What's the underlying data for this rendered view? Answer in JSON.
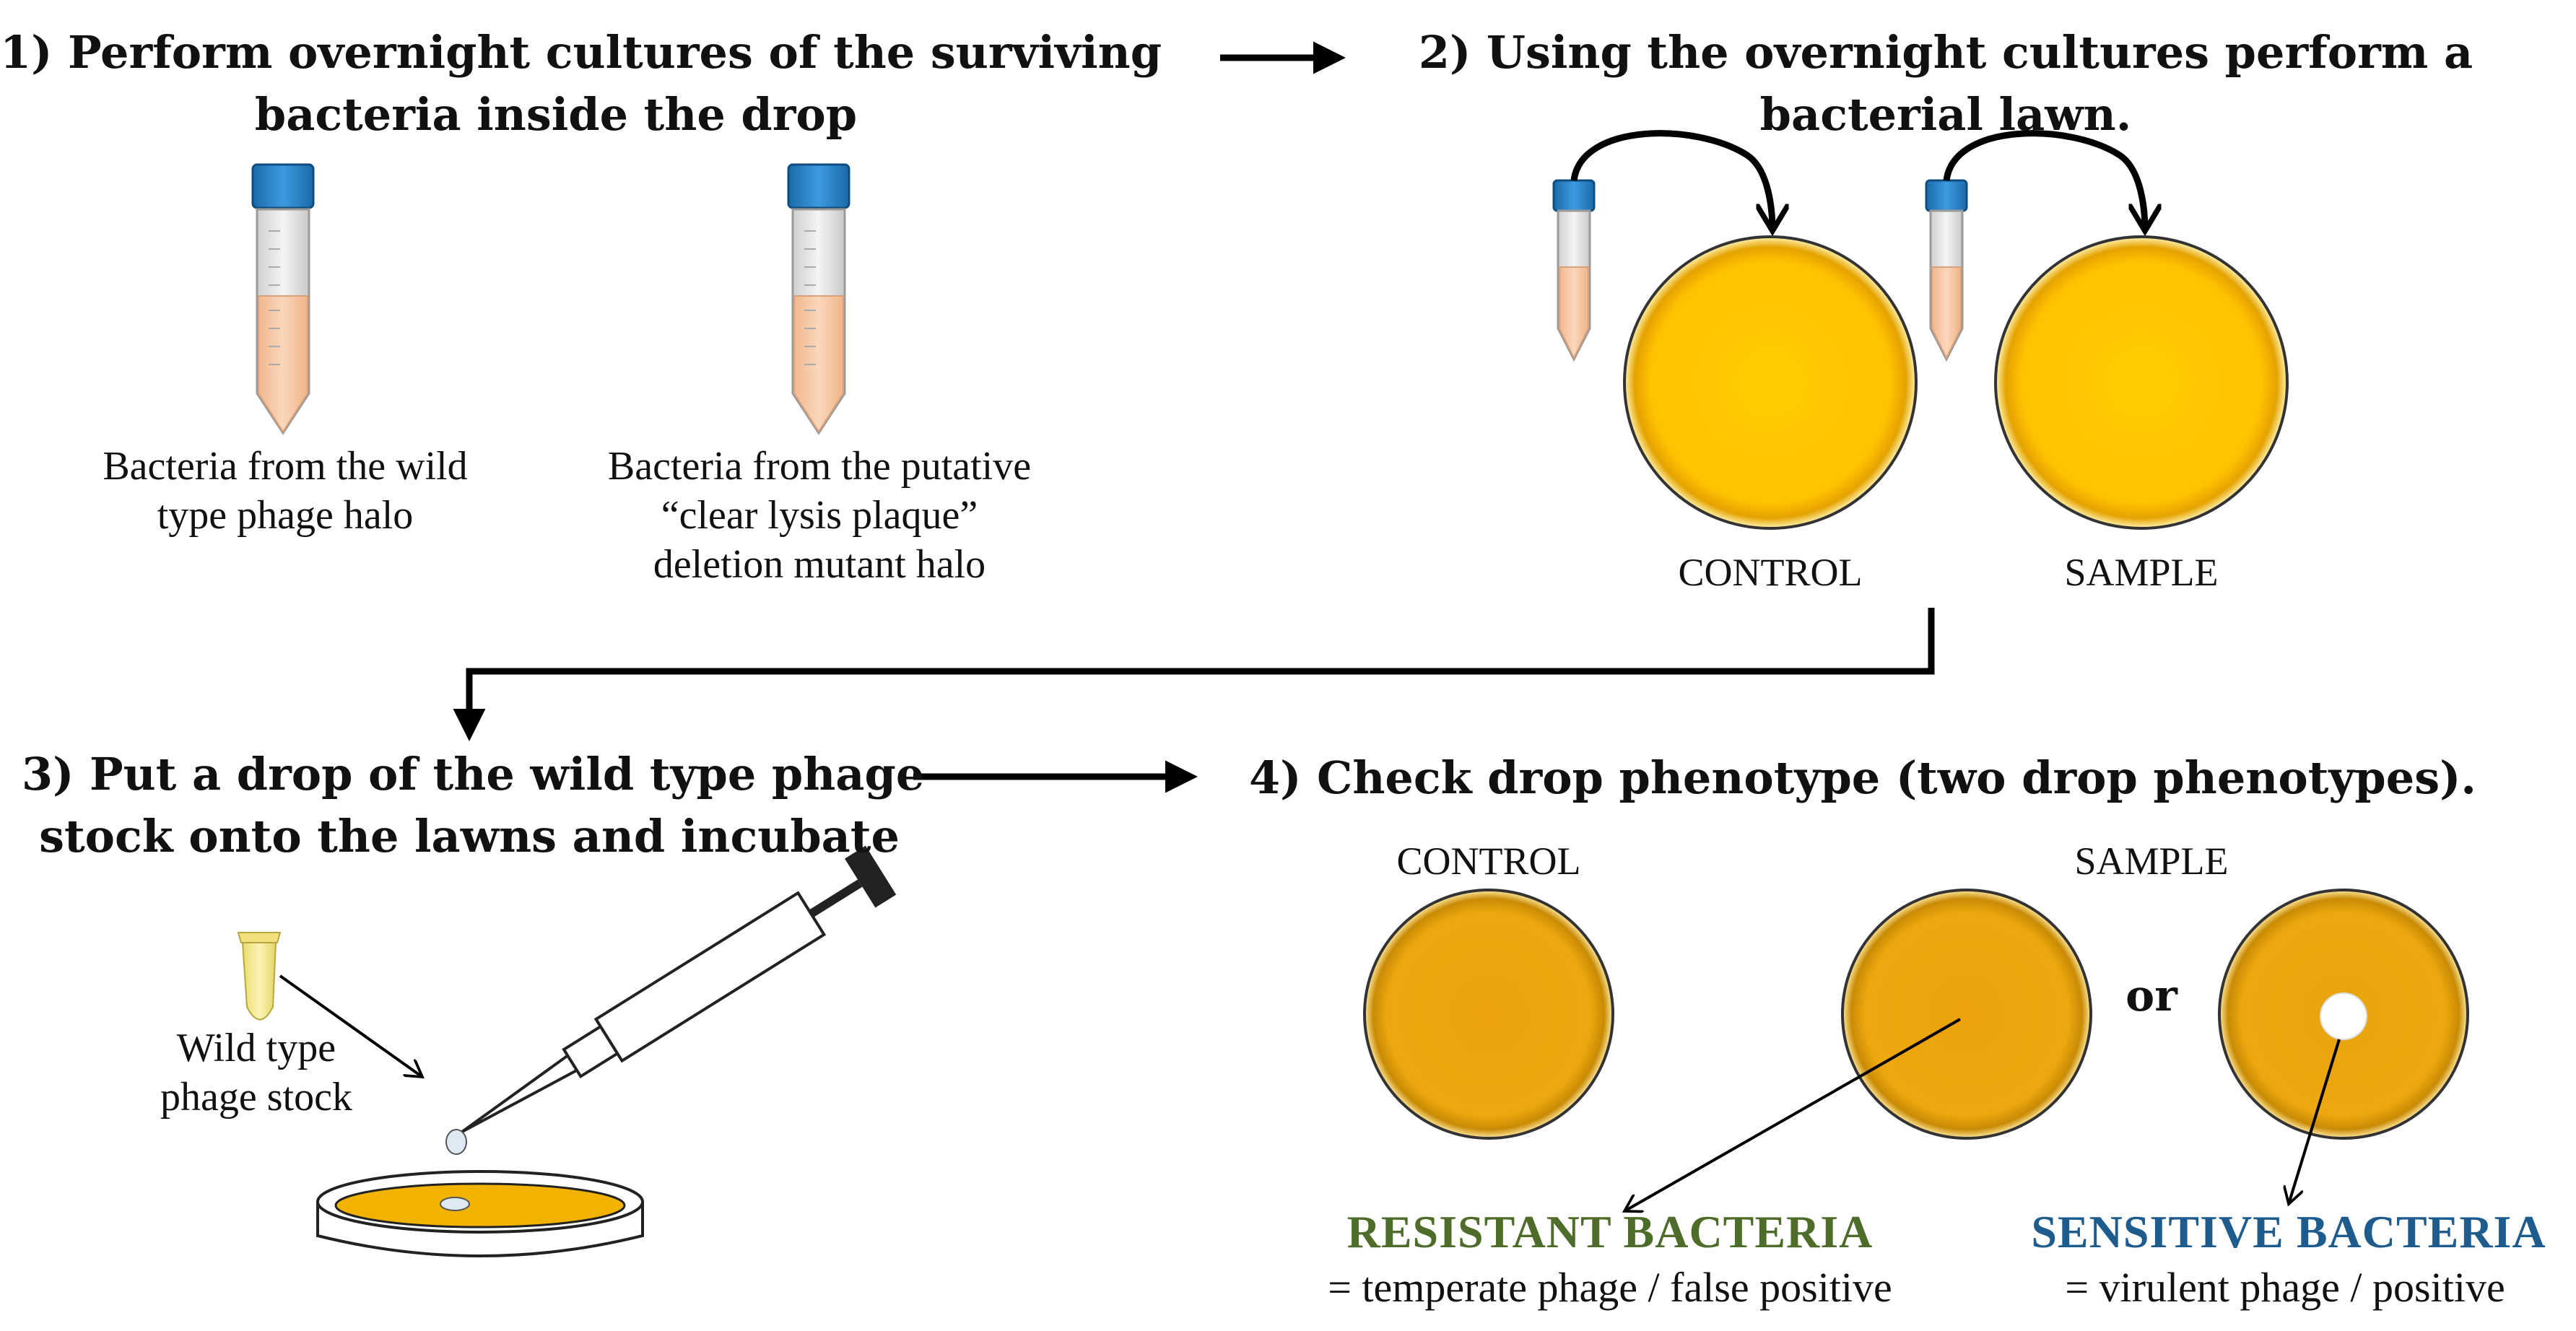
{
  "steps": {
    "step1": {
      "line1": "1) Perform overnight cultures of the surviving",
      "line2": "bacteria inside the drop"
    },
    "step2": {
      "line1": "2) Using the overnight cultures perform a",
      "line2": "bacterial lawn."
    },
    "step3": {
      "line1": "3) Put a drop of the wild type phage",
      "line2": "stock onto the lawns and incubate"
    },
    "step4": {
      "line1": "4) Check drop phenotype (two drop phenotypes)."
    }
  },
  "tubes": {
    "wild_type_label": [
      "Bacteria from the wild",
      "type phage halo"
    ],
    "mutant_label": [
      "Bacteria from the putative",
      "“clear lysis plaque”",
      "deletion mutant halo"
    ]
  },
  "plates": {
    "control_label": "CONTROL",
    "sample_label": "SAMPLE"
  },
  "phage_stock_label": [
    "Wild type",
    "phage stock"
  ],
  "phenotypes": {
    "or_label": "or",
    "resistant": {
      "title": "RESISTANT BACTERIA",
      "subtitle": "= temperate phage  / false  positive",
      "color": "#4f6d2a"
    },
    "sensitive": {
      "title": "SENSITIVE BACTERIA",
      "subtitle": "= virulent phage / positive",
      "color": "#1f5c8e"
    }
  },
  "colors": {
    "tube_cap": "#2e86c9",
    "culture": "#f6c9a4",
    "lawn_light": "#ffc800",
    "lawn_dark": "#e8a70a",
    "phage_stock": "#f7ec8c"
  }
}
